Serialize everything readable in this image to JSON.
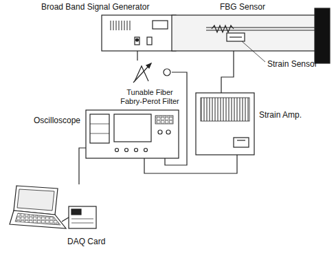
{
  "diagram": {
    "nodes": [
      {
        "text": [
          "Broad Band Signal Generator"
        ]
      },
      {
        "text": [
          "FBG Sensor"
        ]
      },
      {
        "text": [
          "Tunable Fiber Fabry-Perot Filter"
        ]
      },
      {
        "text": [
          "Strain Amp."
        ]
      },
      {
        "text": [
          "Oscilloscope"
        ]
      },
      {
        "text": [
          "DAQ Card"
        ]
      }
    ],
    "edges": [
      {
        "from": 0,
        "to": 2,
        "arrow": "none"
      },
      {
        "from": 2,
        "to": 4,
        "arrow": "none"
      },
      {
        "from": 1,
        "to": 3,
        "arrow": "none"
      },
      {
        "from": 3,
        "to": 4,
        "arrow": "none"
      },
      {
        "from": 4,
        "to": 5,
        "arrow": "none"
      }
    ],
    "labels": [
      "Strain Sensor"
    ]
  }
}
